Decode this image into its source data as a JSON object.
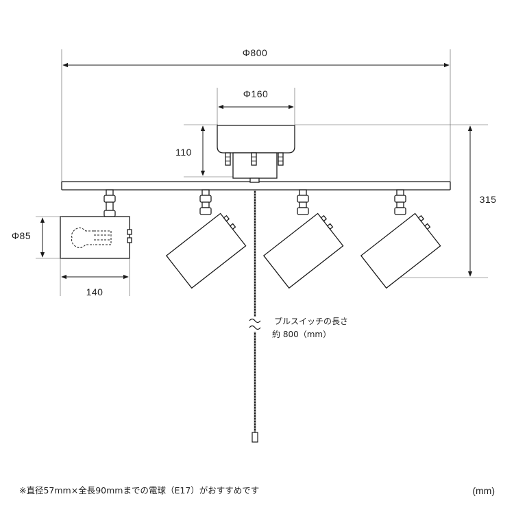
{
  "dimensions": {
    "overall_width": "Φ800",
    "canopy_width": "Φ160",
    "canopy_height": "110",
    "total_height": "315",
    "shade_diameter": "Φ85",
    "shade_length": "140"
  },
  "pull_switch_note": {
    "line1": "プルスイッチの長さ",
    "line2": "約 800（mm）"
  },
  "footnote": "※直径57mm×全長90mmまでの電球（E17）がおすすめです",
  "unit_label": "(mm)",
  "colors": {
    "line": "#1a1a1a",
    "text": "#222222",
    "background": "#ffffff"
  }
}
